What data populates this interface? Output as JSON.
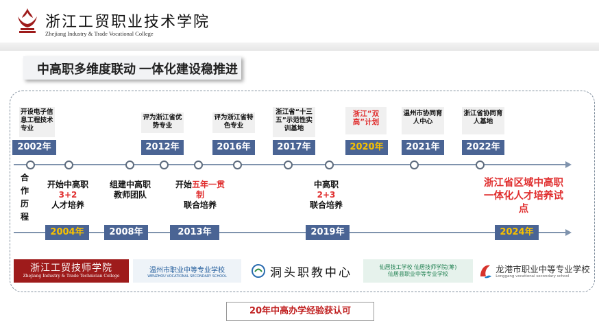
{
  "header": {
    "school_name_cn": "浙江工贸职业技术学院",
    "school_name_en": "Zhejiang Industry & Trade Vocational College"
  },
  "title": "中高职多维度联动 一体化建设稳推进",
  "timeline_top": [
    {
      "year": "2002年",
      "event": "开设电子信息工程技术专业",
      "highlight": false
    },
    {
      "year": "2012年",
      "event": "评为浙江省优势专业",
      "highlight": false
    },
    {
      "year": "2016年",
      "event": "评为浙江省特色专业",
      "highlight": false
    },
    {
      "year": "2017年",
      "event": "浙江省“十三五”示范性实训基地",
      "highlight": false
    },
    {
      "year": "2020年",
      "event": "浙江“双高”计划",
      "highlight": true
    },
    {
      "year": "2021年",
      "event": "温州市协同育人中心",
      "highlight": false
    },
    {
      "year": "2022年",
      "event": "浙江省协同育人基地",
      "highlight": false
    }
  ],
  "timeline_bottom": [
    {
      "year": "2004年",
      "pre": "合作历程",
      "text_a": "开始中高职",
      "text_b": "3+2",
      "text_c": "人才培养"
    },
    {
      "year": "2008年",
      "text_a": "组建中高职教师团队"
    },
    {
      "year": "2013年",
      "text_a": "开始",
      "text_b": "五年一贯制",
      "text_c": "联合培养"
    },
    {
      "year": "2019年",
      "text_a": "中高职",
      "text_b": "2+3",
      "text_c": "联合培养"
    },
    {
      "year": "2024年",
      "text_a": "浙江省区域中高职一体化人才培养试点"
    }
  ],
  "logos": [
    {
      "name_cn": "浙江工贸技师学院",
      "name_en": "Zhejiang Industry & Trade Technician College"
    },
    {
      "name_cn": "温州市职业中等专业学校",
      "name_en": "WENZHOU VOCATIONAL SECONDARY SCHOOL"
    },
    {
      "name_cn": "洞头职教中心"
    },
    {
      "name_cn_a": "仙居技工学校 仙居技师学院(筹)",
      "name_cn_b": "仙居县职业中等专业学校"
    },
    {
      "name_cn": "龙港市职业中等专业学校",
      "name_en": "Longgang vocational secondary school"
    }
  ],
  "footer_note": "20年中高办学经验获认可",
  "colors": {
    "year_bg": "#4a6494",
    "accent_red": "#e03030",
    "gold": "#f6c000",
    "line": "#7f93ad"
  }
}
